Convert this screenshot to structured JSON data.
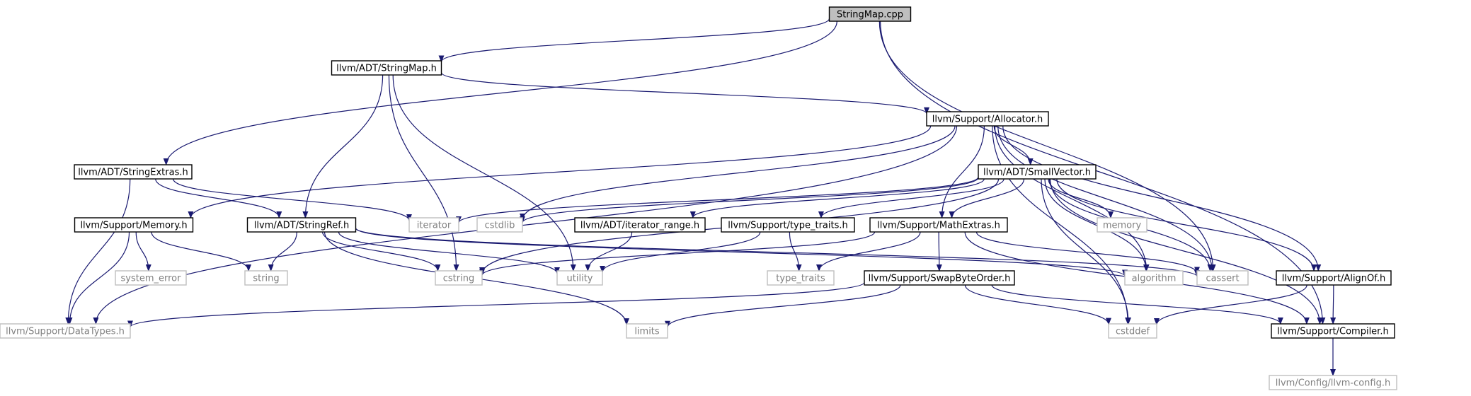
{
  "diagram": {
    "colors": {
      "edge": "#191970",
      "root_fill": "#bfbfbf",
      "node_border": "#000000",
      "external_border": "#bfbfbf",
      "external_text": "#808080",
      "text": "#000000"
    },
    "nodes": {
      "stringmap_cpp": {
        "label": "StringMap.cpp",
        "kind": "root"
      },
      "adt_stringmap_h": {
        "label": "llvm/ADT/StringMap.h",
        "kind": "file"
      },
      "support_allocator_h": {
        "label": "llvm/Support/Allocator.h",
        "kind": "file"
      },
      "adt_stringextras_h": {
        "label": "llvm/ADT/StringExtras.h",
        "kind": "file"
      },
      "adt_smallvector_h": {
        "label": "llvm/ADT/SmallVector.h",
        "kind": "file"
      },
      "support_memory_h": {
        "label": "llvm/Support/Memory.h",
        "kind": "file"
      },
      "adt_stringref_h": {
        "label": "llvm/ADT/StringRef.h",
        "kind": "file"
      },
      "iterator": {
        "label": "iterator",
        "kind": "external"
      },
      "cstdlib": {
        "label": "cstdlib",
        "kind": "external"
      },
      "adt_iterator_range_h": {
        "label": "llvm/ADT/iterator_range.h",
        "kind": "file"
      },
      "support_type_traits_h": {
        "label": "llvm/Support/type_traits.h",
        "kind": "file"
      },
      "support_mathextras_h": {
        "label": "llvm/Support/MathExtras.h",
        "kind": "file"
      },
      "memory": {
        "label": "memory",
        "kind": "external"
      },
      "system_error": {
        "label": "system_error",
        "kind": "external"
      },
      "string": {
        "label": "string",
        "kind": "external"
      },
      "cstring": {
        "label": "cstring",
        "kind": "external"
      },
      "utility": {
        "label": "utility",
        "kind": "external"
      },
      "type_traits": {
        "label": "type_traits",
        "kind": "external"
      },
      "support_swapbyteorder_h": {
        "label": "llvm/Support/SwapByteOrder.h",
        "kind": "file"
      },
      "algorithm": {
        "label": "algorithm",
        "kind": "external"
      },
      "cassert": {
        "label": "cassert",
        "kind": "external"
      },
      "support_alignof_h": {
        "label": "llvm/Support/AlignOf.h",
        "kind": "file"
      },
      "support_datatypes_h": {
        "label": "llvm/Support/DataTypes.h",
        "kind": "external"
      },
      "limits": {
        "label": "limits",
        "kind": "external"
      },
      "cstddef": {
        "label": "cstddef",
        "kind": "external"
      },
      "support_compiler_h": {
        "label": "llvm/Support/Compiler.h",
        "kind": "file"
      },
      "config_llvm_config_h": {
        "label": "llvm/Config/llvm-config.h",
        "kind": "external"
      }
    },
    "edges": [
      [
        "stringmap_cpp",
        "adt_stringmap_h"
      ],
      [
        "stringmap_cpp",
        "adt_stringextras_h"
      ],
      [
        "stringmap_cpp",
        "cassert"
      ],
      [
        "stringmap_cpp",
        "support_compiler_h"
      ],
      [
        "adt_stringmap_h",
        "support_allocator_h"
      ],
      [
        "adt_stringmap_h",
        "adt_stringref_h"
      ],
      [
        "adt_stringmap_h",
        "cstring"
      ],
      [
        "adt_stringmap_h",
        "utility"
      ],
      [
        "support_allocator_h",
        "support_datatypes_h"
      ],
      [
        "support_allocator_h",
        "support_memory_h"
      ],
      [
        "support_allocator_h",
        "cstdlib"
      ],
      [
        "support_allocator_h",
        "support_mathextras_h"
      ],
      [
        "support_allocator_h",
        "adt_smallvector_h"
      ],
      [
        "support_allocator_h",
        "algorithm"
      ],
      [
        "support_allocator_h",
        "cassert"
      ],
      [
        "support_allocator_h",
        "cstddef"
      ],
      [
        "support_allocator_h",
        "support_alignof_h"
      ],
      [
        "adt_stringextras_h",
        "iterator"
      ],
      [
        "adt_stringextras_h",
        "adt_stringref_h"
      ],
      [
        "adt_stringextras_h",
        "support_datatypes_h"
      ],
      [
        "adt_smallvector_h",
        "iterator"
      ],
      [
        "adt_smallvector_h",
        "cstdlib"
      ],
      [
        "adt_smallvector_h",
        "cstring"
      ],
      [
        "adt_smallvector_h",
        "adt_iterator_range_h"
      ],
      [
        "adt_smallvector_h",
        "support_type_traits_h"
      ],
      [
        "adt_smallvector_h",
        "support_mathextras_h"
      ],
      [
        "adt_smallvector_h",
        "memory"
      ],
      [
        "adt_smallvector_h",
        "algorithm"
      ],
      [
        "adt_smallvector_h",
        "cassert"
      ],
      [
        "adt_smallvector_h",
        "cstddef"
      ],
      [
        "adt_smallvector_h",
        "support_alignof_h"
      ],
      [
        "adt_smallvector_h",
        "support_compiler_h"
      ],
      [
        "support_memory_h",
        "system_error"
      ],
      [
        "support_memory_h",
        "string"
      ],
      [
        "support_memory_h",
        "support_datatypes_h"
      ],
      [
        "adt_stringref_h",
        "string"
      ],
      [
        "adt_stringref_h",
        "cstring"
      ],
      [
        "adt_stringref_h",
        "utility"
      ],
      [
        "adt_stringref_h",
        "limits"
      ],
      [
        "adt_stringref_h",
        "algorithm"
      ],
      [
        "adt_stringref_h",
        "cassert"
      ],
      [
        "adt_iterator_range_h",
        "utility"
      ],
      [
        "support_type_traits_h",
        "type_traits"
      ],
      [
        "support_type_traits_h",
        "utility"
      ],
      [
        "support_mathextras_h",
        "cstring"
      ],
      [
        "support_mathextras_h",
        "type_traits"
      ],
      [
        "support_mathextras_h",
        "support_swapbyteorder_h"
      ],
      [
        "support_mathextras_h",
        "cassert"
      ],
      [
        "support_mathextras_h",
        "support_compiler_h"
      ],
      [
        "support_swapbyteorder_h",
        "support_datatypes_h"
      ],
      [
        "support_swapbyteorder_h",
        "limits"
      ],
      [
        "support_swapbyteorder_h",
        "cstddef"
      ],
      [
        "support_swapbyteorder_h",
        "support_compiler_h"
      ],
      [
        "support_alignof_h",
        "cstddef"
      ],
      [
        "support_alignof_h",
        "support_compiler_h"
      ],
      [
        "support_compiler_h",
        "config_llvm_config_h"
      ]
    ]
  }
}
